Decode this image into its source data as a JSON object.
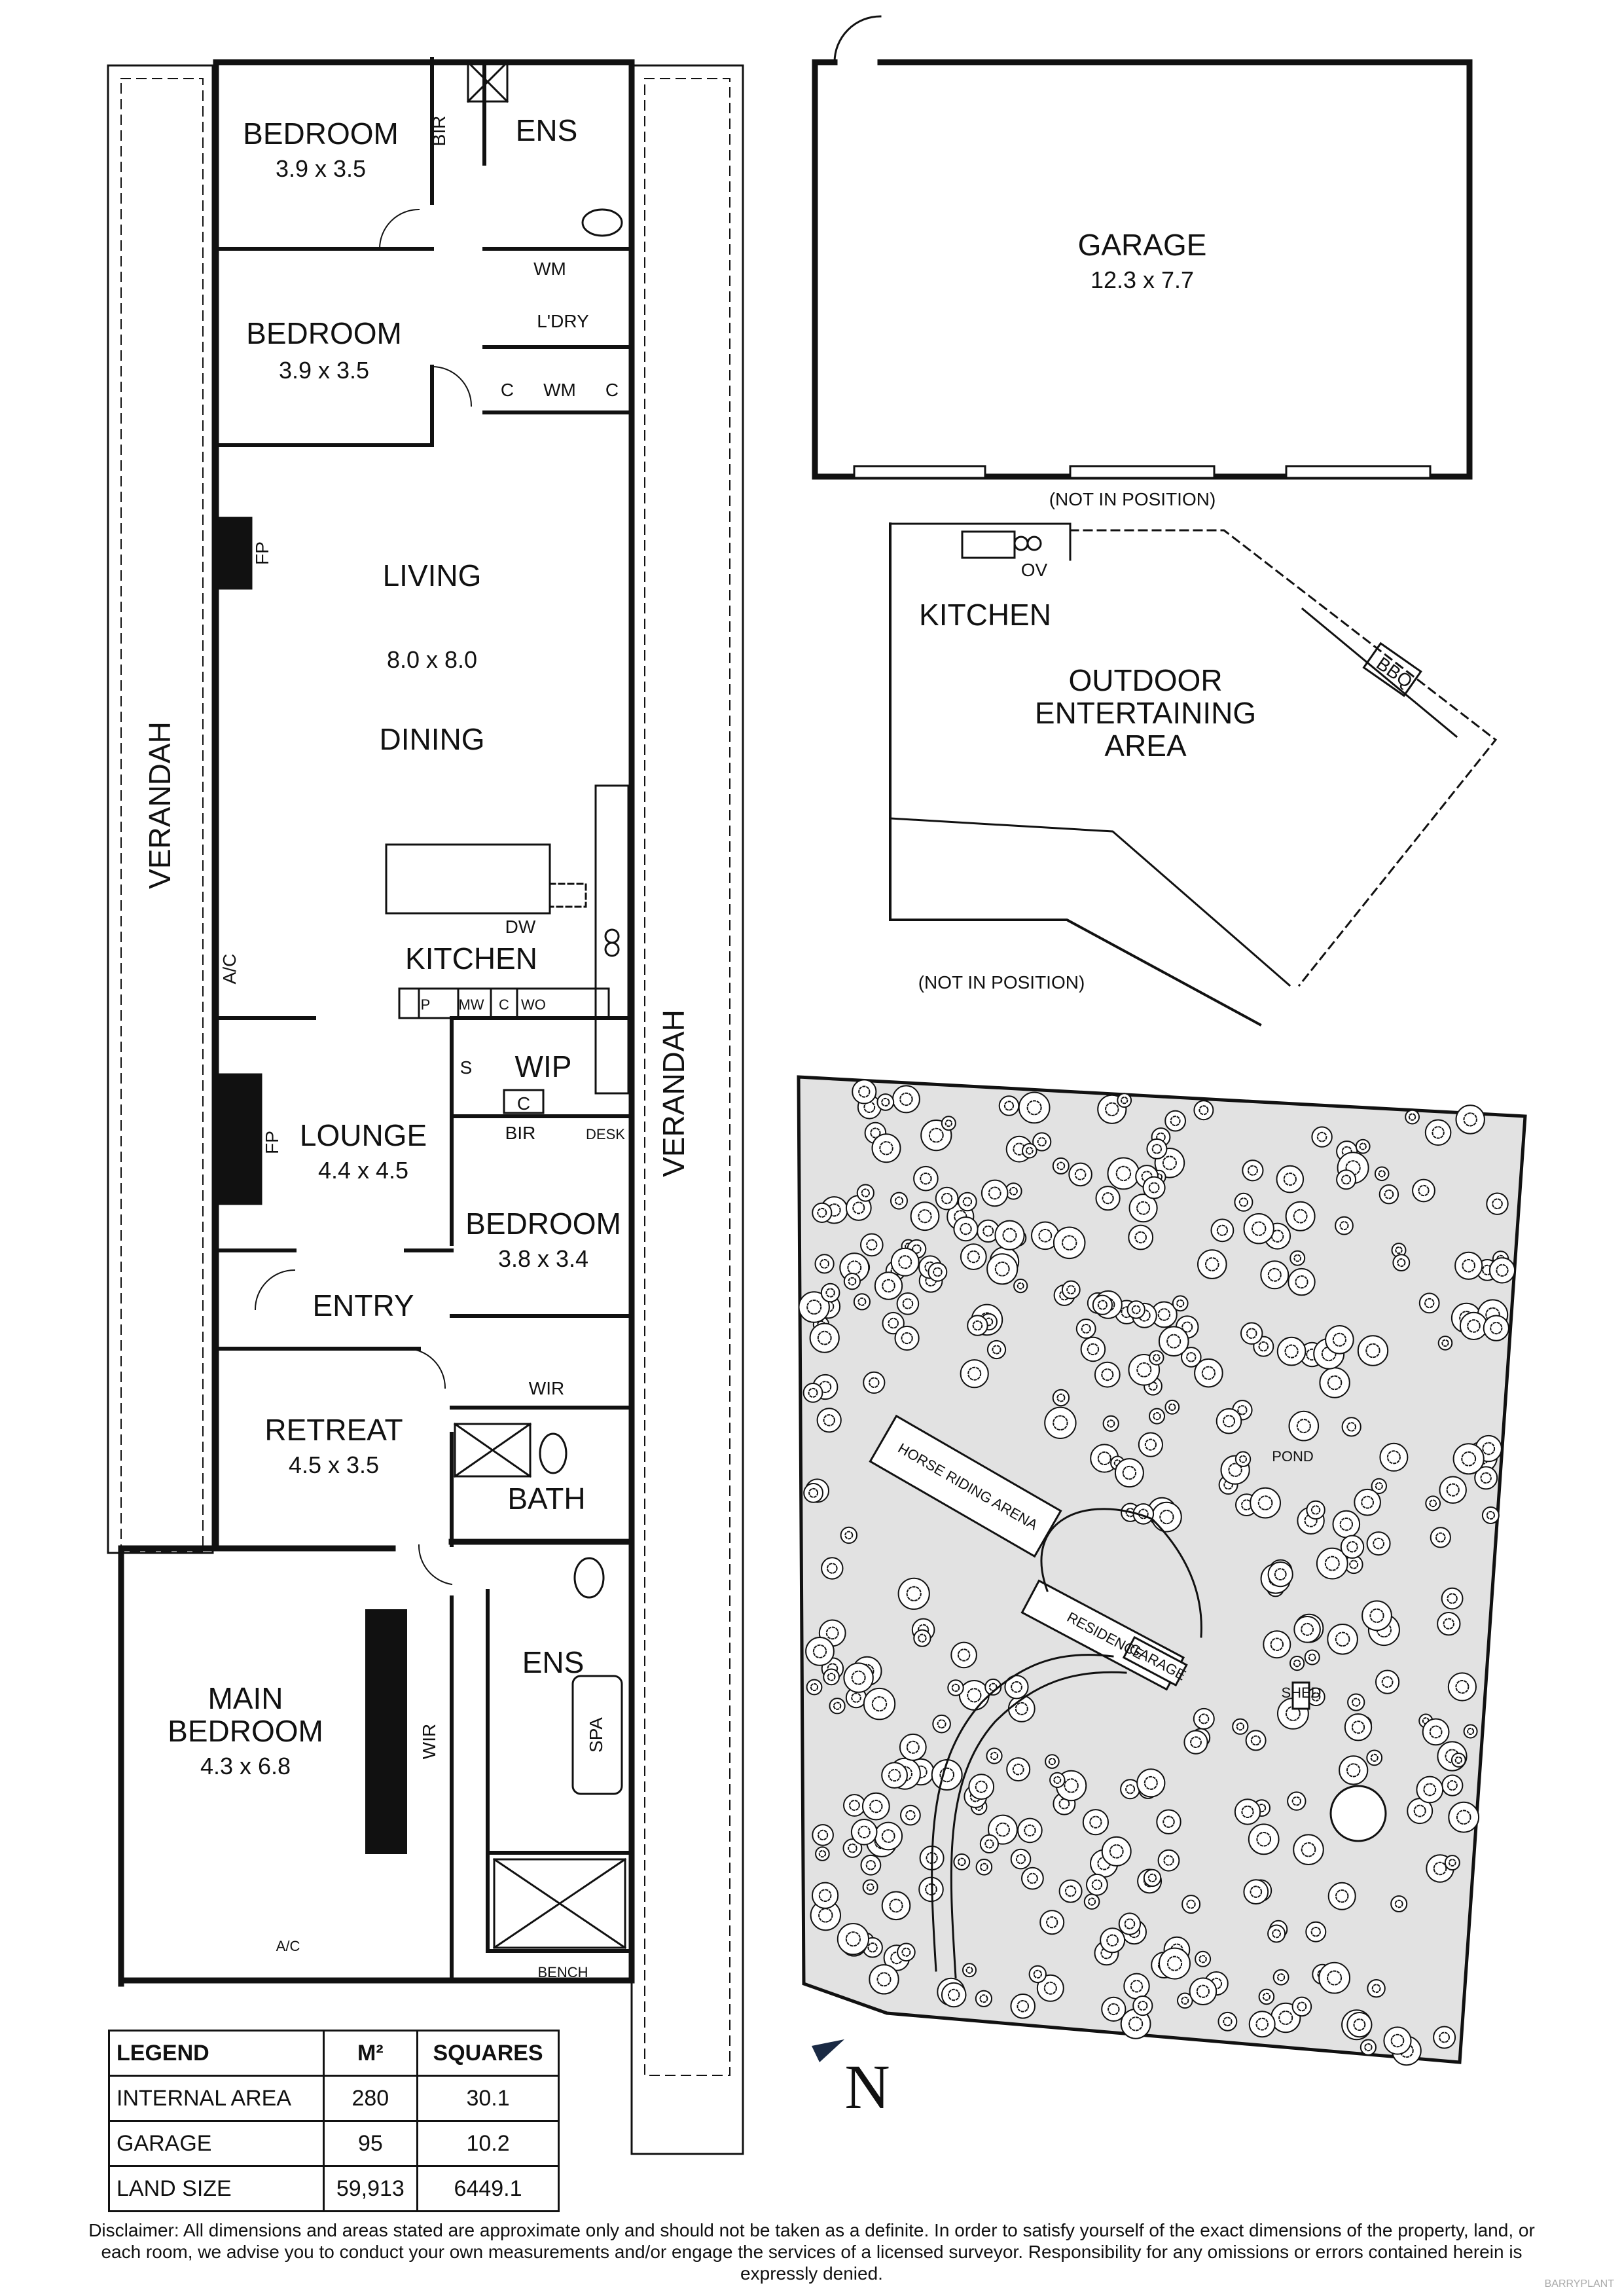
{
  "rooms": {
    "bedroom1": {
      "name": "BEDROOM",
      "dim": "3.9 x 3.5"
    },
    "bedroom2": {
      "name": "BEDROOM",
      "dim": "3.9 x 3.5"
    },
    "bir1": "BIR",
    "ens1": "ENS",
    "wm1": "WM",
    "ldry": "L'DRY",
    "c1": "C",
    "wm2": "WM",
    "c2": "C",
    "fp1": "FP",
    "living": {
      "name1": "LIVING",
      "dim": "8.0 x 8.0",
      "name2": "DINING"
    },
    "dw": "DW",
    "ac1": "A/C",
    "kitchen": "KITCHEN",
    "p": "P",
    "mw": "MW",
    "c3": "C",
    "wo": "WO",
    "s": "S",
    "wip": "WIP",
    "c4": "C",
    "bir2": "BIR",
    "desk": "DESK",
    "fp2": "FP",
    "lounge": {
      "name": "LOUNGE",
      "dim": "4.4 x 4.5"
    },
    "bedroom3": {
      "name": "BEDROOM",
      "dim": "3.8 x 3.4"
    },
    "entry": "ENTRY",
    "wir1": "WIR",
    "retreat": {
      "name": "RETREAT",
      "dim": "4.5 x 3.5"
    },
    "bath": "BATH",
    "main_bedroom": {
      "name1": "MAIN",
      "name2": "BEDROOM",
      "dim": "4.3 x 6.8"
    },
    "wir2": "WIR",
    "ens2": "ENS",
    "spa": "SPA",
    "ac2": "A/C",
    "bench": "BENCH",
    "verandah_left": "VERANDAH",
    "verandah_right": "VERANDAH",
    "garage": {
      "name": "GARAGE",
      "dim": "12.3 x 7.7"
    },
    "not_in_position_1": "(NOT IN POSITION)",
    "ov": "OV",
    "outdoor_kitchen": "KITCHEN",
    "outdoor_area": {
      "line1": "OUTDOOR",
      "line2": "ENTERTAINING",
      "line3": "AREA"
    },
    "bbq": "BBQ",
    "not_in_position_2": "(NOT IN POSITION)"
  },
  "site": {
    "pond": "POND",
    "arena": "HORSE RIDING ARENA",
    "residence": "RESIDENCE",
    "garage": "GARAGE",
    "shed": "SHED",
    "north": "N"
  },
  "legend": {
    "headers": [
      "LEGEND",
      "M²",
      "SQUARES"
    ],
    "rows": [
      [
        "INTERNAL AREA",
        "280",
        "30.1"
      ],
      [
        "GARAGE",
        "95",
        "10.2"
      ],
      [
        "LAND SIZE",
        "59,913",
        "6449.1"
      ]
    ]
  },
  "disclaimer": "Disclaimer: All dimensions and areas stated are approximate only and should not be taken as a definite. In order to satisfy yourself of the exact dimensions of the property, land, or each room, we advise you to conduct your own measurements and/or engage the services of a licensed surveyor. Responsibility for any omissions or errors contained herein is expressly denied.",
  "watermark": "BARRYPLANT",
  "colors": {
    "wall": "#111111",
    "site_fill": "#e2e2e2",
    "tree_fill": "#ffffff",
    "north_arrow": "#1a2a44"
  }
}
